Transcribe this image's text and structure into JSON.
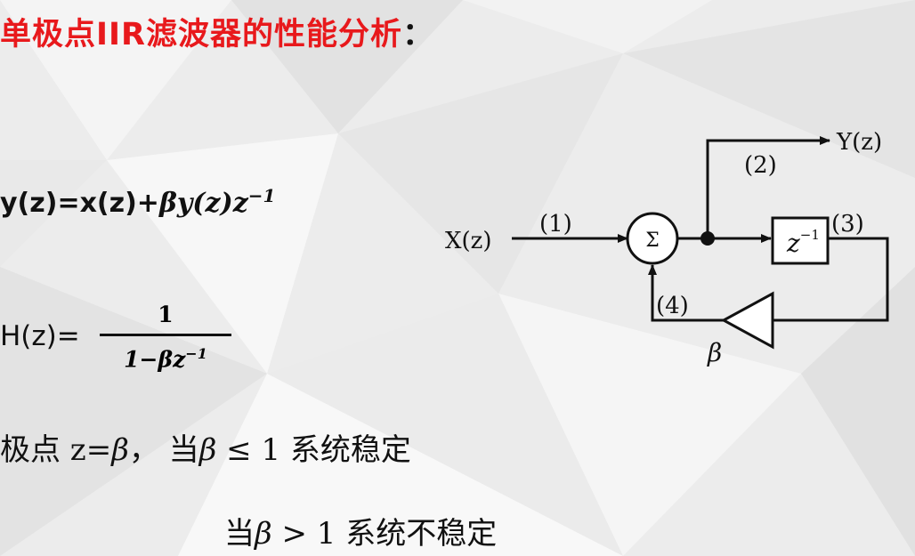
{
  "title": "单极点IIR滤波器的性能分析",
  "title_colon": "：",
  "equations": {
    "difference_lhs": "y(z)=x(z)+",
    "difference_rhs": "βy(z)z",
    "difference_exp": "−1",
    "transfer_lhs": "H(z)=",
    "transfer_num": "1",
    "transfer_den": "1−βz",
    "transfer_den_exp": "−1"
  },
  "stability": {
    "pole_label": "极点 z=",
    "pole_symbol": "β",
    "pole_sep": "，  当",
    "stable_symbol": "β",
    "stable_cond": " ≤ 1 系统稳定",
    "unstable_prefix": "当",
    "unstable_symbol": "β",
    "unstable_cond": " > 1 系统不稳定"
  },
  "diagram": {
    "input": "X(z)",
    "output": "Y(z)",
    "sum_symbol": "Σ",
    "delay": "z",
    "delay_exp": "−1",
    "gain": "β",
    "node1": "(1)",
    "node2": "(2)",
    "node3": "(3)",
    "node4": "(4)"
  },
  "colors": {
    "title": "#e8191c",
    "text": "#111111",
    "background": "#ededed"
  }
}
